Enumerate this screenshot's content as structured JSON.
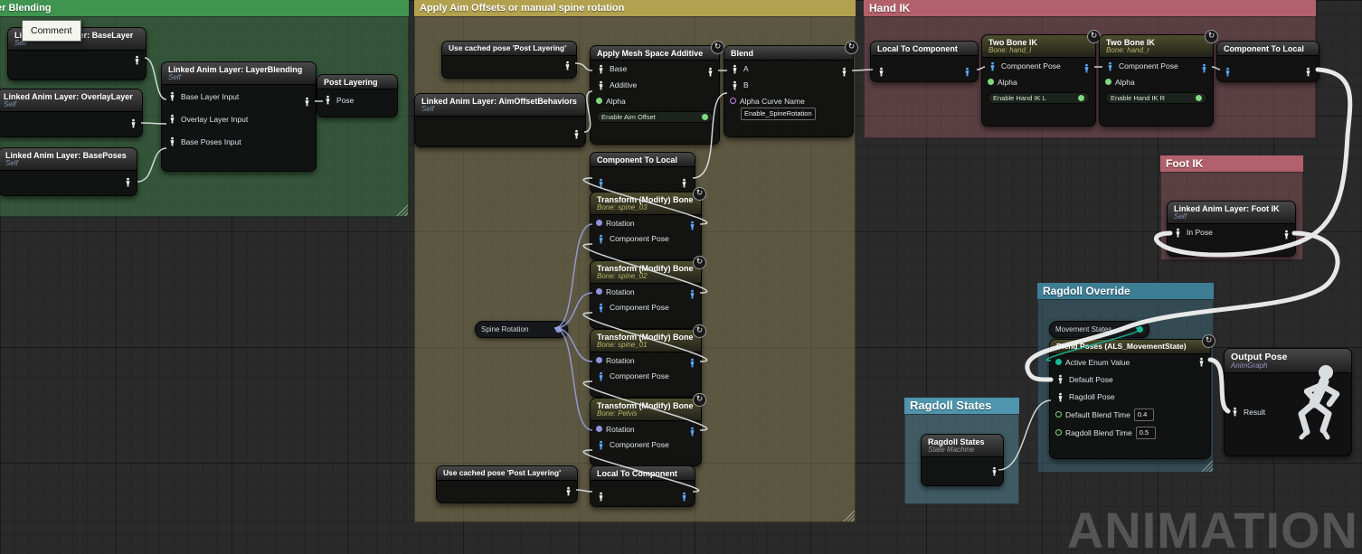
{
  "watermark": "ANIMATION",
  "tooltip": "Comment",
  "icons": {
    "pose_watch": "↻"
  },
  "comments": {
    "layer_blending": "er Blending",
    "aim_offsets": "Apply Aim Offsets or manual spine rotation",
    "hand_ik": "Hand IK",
    "foot_ik": "Foot IK",
    "ragdoll_override": "Ragdoll Override",
    "ragdoll_states": "Ragdoll States"
  },
  "green": {
    "base_layer": {
      "title": "Linked Anim Layer: BaseLayer",
      "subtitle": "Self"
    },
    "overlay_layer": {
      "title": "Linked Anim Layer: OverlayLayer",
      "subtitle": "Self"
    },
    "base_poses": {
      "title": "Linked Anim Layer: BasePoses",
      "subtitle": "Self"
    },
    "layer_blending": {
      "title": "Linked Anim Layer: LayerBlending",
      "subtitle": "Self",
      "pins": [
        "Base Layer Input",
        "Overlay Layer Input",
        "Base Poses Input"
      ]
    },
    "post_layering": {
      "title": "Post Layering",
      "pin": "Pose"
    }
  },
  "tan": {
    "use_cached_top": "Use cached pose 'Post Layering'",
    "aim_offset_behaviors": {
      "title": "Linked Anim Layer: AimOffsetBehaviors",
      "subtitle": "Self"
    },
    "apply_mesh": {
      "title": "Apply Mesh Space Additive",
      "pin_base": "Base",
      "pin_additive": "Additive",
      "pin_alpha": "Alpha",
      "toggle": "Enable Aim Offset"
    },
    "blend": {
      "title": "Blend",
      "pin_a": "A",
      "pin_b": "B",
      "pin_alpha_curve": "Alpha Curve Name",
      "alpha_curve_value": "Enable_SpineRotation"
    },
    "component_to_local": "Component To Local",
    "transforms": [
      {
        "title": "Transform (Modify) Bone",
        "subtitle": "Bone: spine_03",
        "pin_rotation": "Rotation",
        "pin_pose": "Component Pose"
      },
      {
        "title": "Transform (Modify) Bone",
        "subtitle": "Bone: spine_02",
        "pin_rotation": "Rotation",
        "pin_pose": "Component Pose"
      },
      {
        "title": "Transform (Modify) Bone",
        "subtitle": "Bone: spine_01",
        "pin_rotation": "Rotation",
        "pin_pose": "Component Pose"
      },
      {
        "title": "Transform (Modify) Bone",
        "subtitle": "Bone: Pelvis",
        "pin_rotation": "Rotation",
        "pin_pose": "Component Pose"
      }
    ],
    "spine_rotation": "Spine Rotation",
    "use_cached_bottom": "Use cached pose 'Post Layering'",
    "local_to_component": "Local To Component"
  },
  "hand": {
    "local_to_component": "Local To Component",
    "two_bone_l": {
      "title": "Two Bone IK",
      "subtitle": "Bone: hand_l",
      "pin_pose": "Component Pose",
      "pin_alpha": "Alpha",
      "toggle": "Enable Hand IK L"
    },
    "two_bone_r": {
      "title": "Two Bone IK",
      "subtitle": "Bone: hand_r",
      "pin_pose": "Component Pose",
      "pin_alpha": "Alpha",
      "toggle": "Enable Hand IK R"
    },
    "component_to_local": "Component To Local"
  },
  "foot": {
    "node": {
      "title": "Linked Anim Layer: Foot IK",
      "subtitle": "Self",
      "pin": "In Pose"
    }
  },
  "ragdoll": {
    "movement_states": "Movement States",
    "blend_poses": {
      "title": "Blend Poses (ALS_MovementState)",
      "pin_enum": "Active Enum Value",
      "pin_default": "Default Pose",
      "pin_ragdoll": "Ragdoll Pose",
      "pin_default_time": "Default Blend Time",
      "default_time": "0.4",
      "pin_ragdoll_time": "Ragdoll Blend Time",
      "ragdoll_time": "0.5"
    },
    "states_node": {
      "title": "Ragdoll States",
      "subtitle": "State Machine"
    }
  },
  "output": {
    "title": "Output Pose",
    "subtitle": "AnimGraph",
    "pin": "Result"
  },
  "colors": {
    "comment_green": "#3f9550",
    "comment_tan": "#b2a14f",
    "comment_red": "#b2616c",
    "comment_blue": "#3e7e95",
    "comment_blue2": "#4e95ad",
    "pose_local": "#e8e8e8",
    "pose_component": "#5aa8ff",
    "pin_float": "#7fd87f",
    "pin_rotator": "#9094dd",
    "pin_enum": "#17b998",
    "pin_name": "#c488e8",
    "wire_white": "#e8e8e8"
  }
}
